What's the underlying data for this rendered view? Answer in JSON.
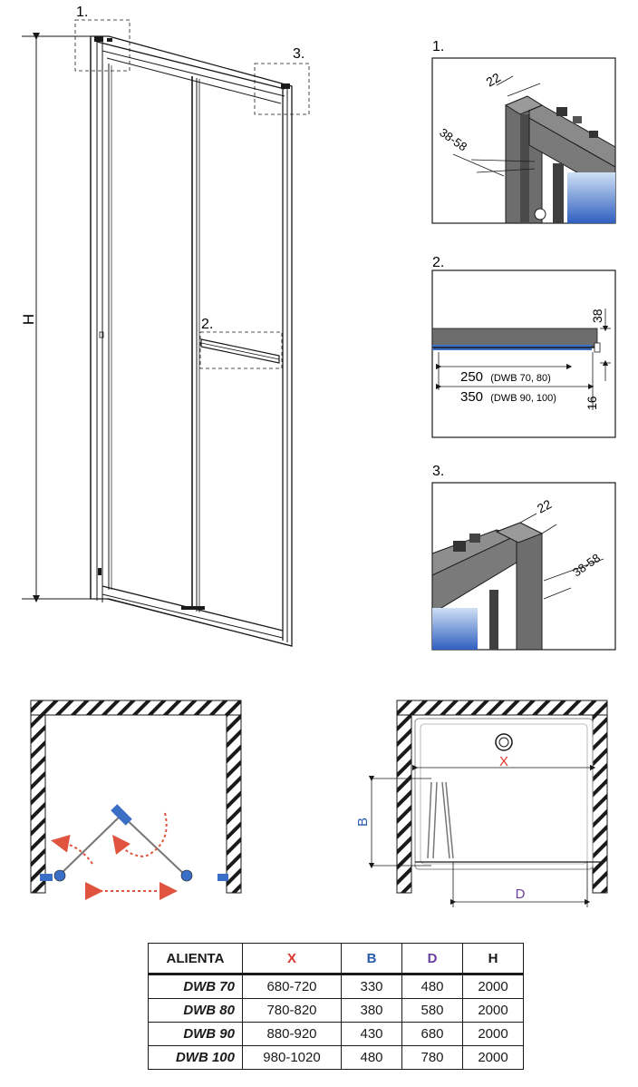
{
  "callouts": {
    "c1": "1.",
    "c2": "2.",
    "c3": "3."
  },
  "main_view": {
    "height_label": "H"
  },
  "detail1": {
    "label": "1.",
    "dim_top": "22",
    "dim_side": "38-58"
  },
  "detail2": {
    "label": "2.",
    "dim_height": "38",
    "dim_offset": "16",
    "len_small": "250",
    "len_small_note": "(DWB 70, 80)",
    "len_large": "350",
    "len_large_note": "(DWB 90, 100)"
  },
  "detail3": {
    "label": "3.",
    "dim_top": "22",
    "dim_side": "38-58"
  },
  "plan_view": {
    "x_label": "X",
    "b_label": "B",
    "d_label": "D"
  },
  "colors": {
    "x": "#e0362b",
    "b": "#2a5ba8",
    "d": "#6b3fa0",
    "arrow": "#e0533f",
    "hinge": "#3b6fc7"
  },
  "table": {
    "headers": [
      "ALIENTA",
      "X",
      "B",
      "D",
      "H"
    ],
    "rows": [
      [
        "DWB 70",
        "680-720",
        "330",
        "480",
        "2000"
      ],
      [
        "DWB 80",
        "780-820",
        "380",
        "580",
        "2000"
      ],
      [
        "DWB 90",
        "880-920",
        "430",
        "680",
        "2000"
      ],
      [
        "DWB 100",
        "980-1020",
        "480",
        "780",
        "2000"
      ]
    ]
  }
}
